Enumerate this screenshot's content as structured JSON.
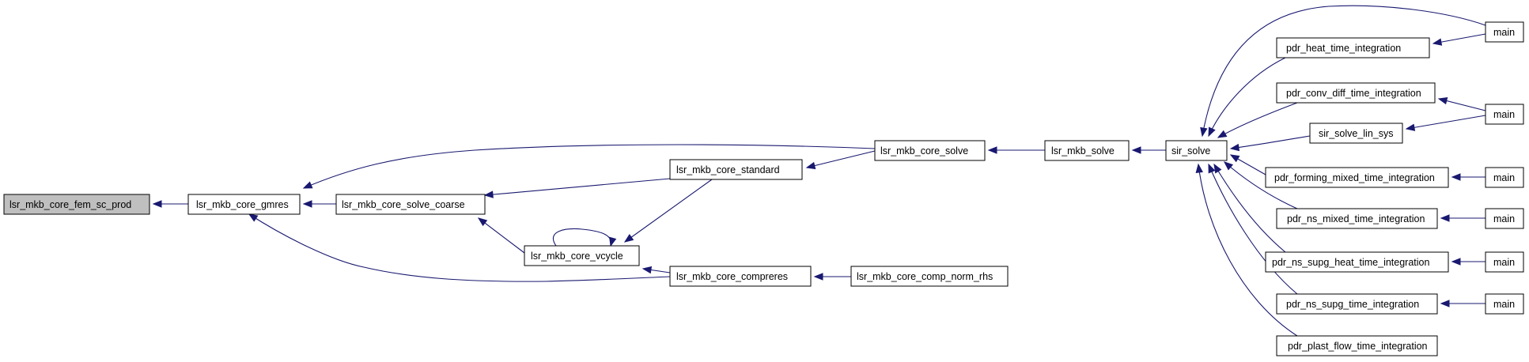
{
  "graph": {
    "nodes": [
      {
        "id": "fem_sc_prod",
        "label": "lsr_mkb_core_fem_sc_prod",
        "highlighted": true
      },
      {
        "id": "gmres",
        "label": "lsr_mkb_core_gmres"
      },
      {
        "id": "solve_coarse",
        "label": "lsr_mkb_core_solve_coarse"
      },
      {
        "id": "vcycle",
        "label": "lsr_mkb_core_vcycle"
      },
      {
        "id": "standard",
        "label": "lsr_mkb_core_standard"
      },
      {
        "id": "compreres",
        "label": "lsr_mkb_core_compreres"
      },
      {
        "id": "core_solve",
        "label": "lsr_mkb_core_solve"
      },
      {
        "id": "comp_norm_rhs",
        "label": "lsr_mkb_core_comp_norm_rhs"
      },
      {
        "id": "mkb_solve",
        "label": "lsr_mkb_solve"
      },
      {
        "id": "sir_solve",
        "label": "sir_solve"
      },
      {
        "id": "heat_ti",
        "label": "pdr_heat_time_integration"
      },
      {
        "id": "conv_diff_ti",
        "label": "pdr_conv_diff_time_integration"
      },
      {
        "id": "lin_sys",
        "label": "sir_solve_lin_sys"
      },
      {
        "id": "forming_ti",
        "label": "pdr_forming_mixed_time_integration"
      },
      {
        "id": "ns_mixed_ti",
        "label": "pdr_ns_mixed_time_integration"
      },
      {
        "id": "ns_supg_heat_ti",
        "label": "pdr_ns_supg_heat_time_integration"
      },
      {
        "id": "ns_supg_ti",
        "label": "pdr_ns_supg_time_integration"
      },
      {
        "id": "plast_flow_ti",
        "label": "pdr_plast_flow_time_integration"
      },
      {
        "id": "main1",
        "label": "main"
      },
      {
        "id": "main2",
        "label": "main"
      },
      {
        "id": "main3",
        "label": "main"
      },
      {
        "id": "main4",
        "label": "main"
      },
      {
        "id": "main5",
        "label": "main"
      },
      {
        "id": "main6",
        "label": "main"
      }
    ],
    "edges": [
      {
        "from": "gmres",
        "to": "fem_sc_prod"
      },
      {
        "from": "solve_coarse",
        "to": "gmres"
      },
      {
        "from": "core_solve",
        "to": "gmres"
      },
      {
        "from": "compreres",
        "to": "gmres"
      },
      {
        "from": "standard",
        "to": "solve_coarse"
      },
      {
        "from": "vcycle",
        "to": "solve_coarse"
      },
      {
        "from": "vcycle",
        "to": "vcycle"
      },
      {
        "from": "standard",
        "to": "vcycle"
      },
      {
        "from": "compreres",
        "to": "vcycle"
      },
      {
        "from": "core_solve",
        "to": "standard"
      },
      {
        "from": "comp_norm_rhs",
        "to": "compreres"
      },
      {
        "from": "mkb_solve",
        "to": "core_solve"
      },
      {
        "from": "sir_solve",
        "to": "mkb_solve"
      },
      {
        "from": "main1",
        "to": "sir_solve"
      },
      {
        "from": "heat_ti",
        "to": "sir_solve"
      },
      {
        "from": "conv_diff_ti",
        "to": "sir_solve"
      },
      {
        "from": "lin_sys",
        "to": "sir_solve"
      },
      {
        "from": "forming_ti",
        "to": "sir_solve"
      },
      {
        "from": "ns_mixed_ti",
        "to": "sir_solve"
      },
      {
        "from": "ns_supg_heat_ti",
        "to": "sir_solve"
      },
      {
        "from": "ns_supg_ti",
        "to": "sir_solve"
      },
      {
        "from": "plast_flow_ti",
        "to": "sir_solve"
      },
      {
        "from": "main1",
        "to": "heat_ti"
      },
      {
        "from": "main2",
        "to": "conv_diff_ti"
      },
      {
        "from": "main2",
        "to": "lin_sys"
      },
      {
        "from": "main3",
        "to": "forming_ti"
      },
      {
        "from": "main4",
        "to": "ns_mixed_ti"
      },
      {
        "from": "main5",
        "to": "ns_supg_heat_ti"
      },
      {
        "from": "main6",
        "to": "ns_supg_ti"
      }
    ]
  },
  "colors": {
    "node_fill": "#ffffff",
    "highlight_fill": "#bfbfbf",
    "node_border": "#000000",
    "edge": "#191970"
  }
}
